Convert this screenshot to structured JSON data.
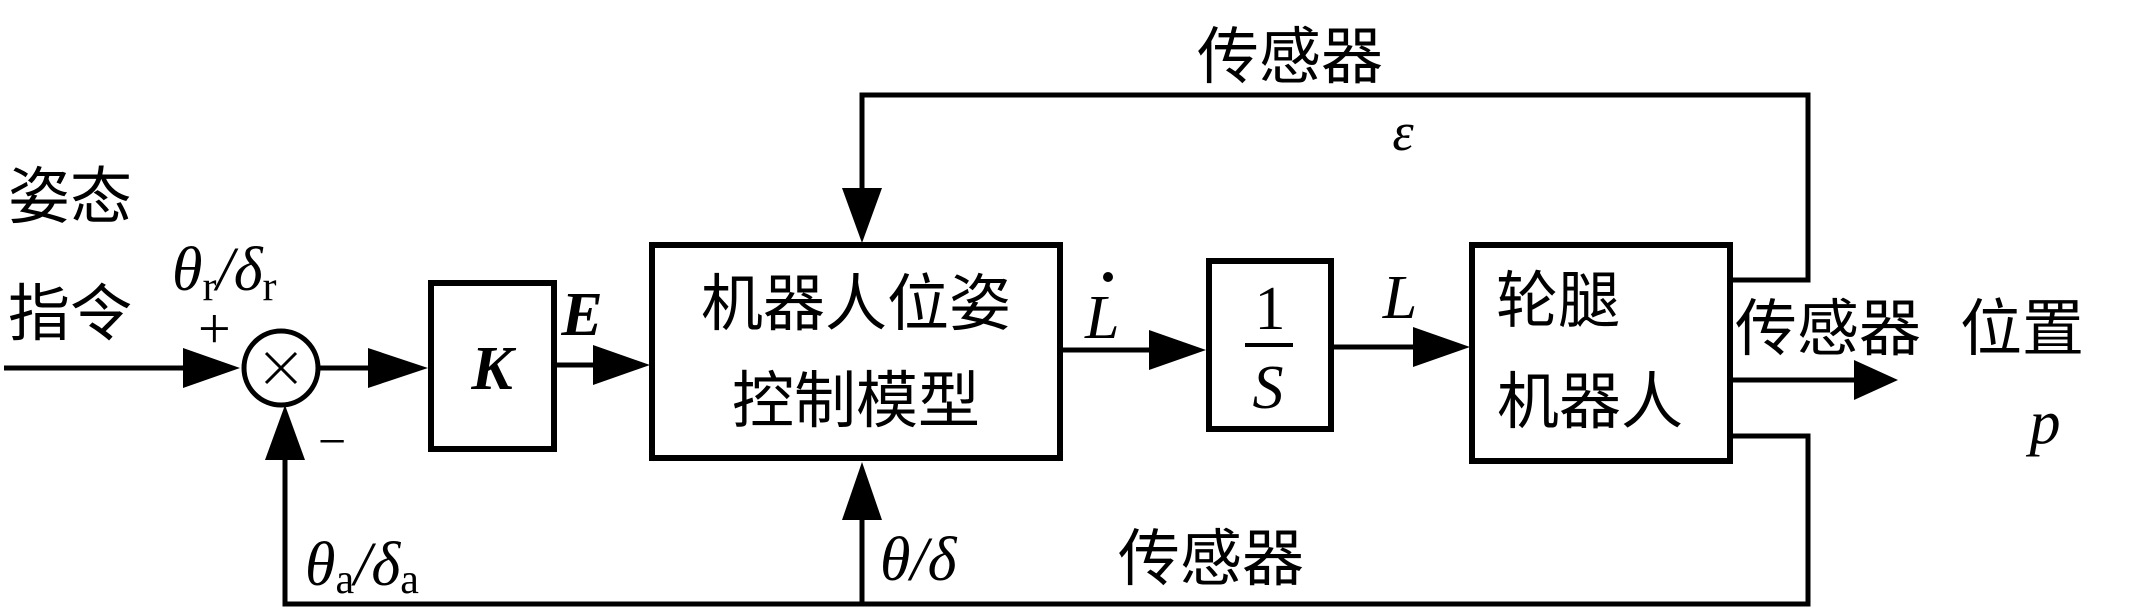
{
  "input": {
    "label_line1": "姿态",
    "label_line2": "指令",
    "reference_symbol": "θ",
    "reference_sub1": "r",
    "reference_sep": "/",
    "reference_symbol2": "δ",
    "reference_sub2": "r",
    "plus_sign": "+",
    "minus_sign": "−"
  },
  "summing_junction": {
    "symbol": "×"
  },
  "blocks": {
    "gain": {
      "label": "K"
    },
    "model": {
      "line1": "机器人位姿",
      "line2": "控制模型"
    },
    "integrator": {
      "numerator": "1",
      "denominator": "S"
    },
    "robot": {
      "line1": "轮腿",
      "line2": "机器人"
    }
  },
  "signals": {
    "error": "E",
    "rate": "L",
    "length": "L",
    "strain": "ε",
    "feedback_actual_symbol": "θ",
    "feedback_actual_sub1": "a",
    "feedback_actual_sep": "/",
    "feedback_actual_symbol2": "δ",
    "feedback_actual_sub2": "a",
    "angle_feedback": "θ/δ"
  },
  "sensors": {
    "top": "传感器",
    "middle": "传感器",
    "bottom": "传感器"
  },
  "output": {
    "label": "位置",
    "symbol": "p"
  }
}
